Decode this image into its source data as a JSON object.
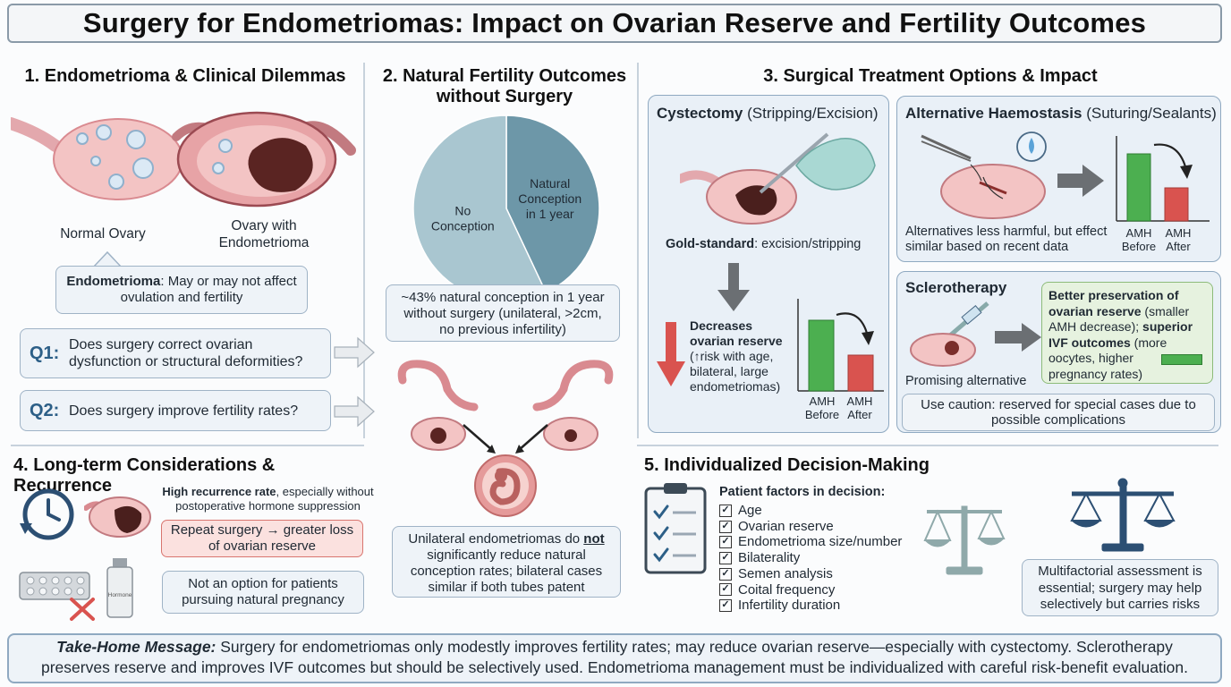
{
  "title": "Surgery for Endometriomas: Impact on Ovarian Reserve and Fertility Outcomes",
  "section1": {
    "title": "1. Endometrioma & Clinical Dilemmas",
    "normal_label": "Normal Ovary",
    "endo_label_1": "Ovary with",
    "endo_label_2": "Endometrioma",
    "callout_bold": "Endometrioma",
    "callout_text": ": May or may not affect",
    "callout_text2": "ovulation and fertility",
    "q1_tag": "Q1:",
    "q1_line1": "Does surgery correct ovarian",
    "q1_line2": "dysfunction or structural deformities?",
    "q2_tag": "Q2:",
    "q2_text": "Does surgery improve fertility rates?"
  },
  "section2": {
    "title_line1": "2. Natural Fertility Outcomes",
    "title_line2": "without Surgery",
    "stat_line1": "~43% natural conception in 1 year",
    "stat_line2": "without surgery (unilateral, >2cm,",
    "stat_line3": "no previous infertility)",
    "bottom_line1_a": "Unilateral endometriomas do ",
    "bottom_line1_b": "not",
    "bottom_line2": "significantly reduce natural",
    "bottom_line3": "conception rates; bilateral cases",
    "bottom_line4": "similar if both tubes patent"
  },
  "chart_data": {
    "type": "pie",
    "categories": [
      "No Conception",
      "Natural Conception in 1 year"
    ],
    "values": [
      57,
      43
    ],
    "labels": [
      [
        "No",
        "Conception"
      ],
      [
        "Natural",
        "Conception",
        "in 1 year"
      ]
    ],
    "colors": [
      "#a9c6d0",
      "#6d97a8"
    ]
  },
  "section3": {
    "title": "3. Surgical Treatment Options & Impact",
    "cyst_title_bold": "Cystectomy",
    "cyst_title_rest": " (Stripping/Excision)",
    "gold_bold": "Gold-standard",
    "gold_rest": ": excision/stripping",
    "decrease_l1": "Decreases",
    "decrease_l2": "ovarian reserve",
    "decrease_l3": "(↑risk with age,",
    "decrease_l4": "bilateral, large",
    "decrease_l5": "endometriomas)",
    "amh_before": "AMH",
    "amh_before2": "Before",
    "amh_after": "AMH",
    "amh_after2": "After",
    "alt_title_bold": "Alternative Haemostasis",
    "alt_title_rest": " (Suturing/Sealants)",
    "alt_text1": "Alternatives less harmful, but effect",
    "alt_text2": "similar based on recent data",
    "scl_title": "Sclerotherapy",
    "scl_promising": "Promising alternative",
    "scl_better_bold1": "Better preservation of",
    "scl_better_bold2": "ovarian reserve",
    "scl_better_rest2": " (smaller",
    "scl_better_l3a": "AMH decrease); ",
    "scl_better_l3b": "superior",
    "scl_better_l4a": "IVF outcomes",
    "scl_better_l4b": " (more",
    "scl_better_l5": "oocytes, higher",
    "scl_better_l6": "pregnancy rates)",
    "caution_l1": "Use caution: reserved for special cases due to",
    "caution_l2": "possible complications",
    "hormone_label": "Hormone"
  },
  "section4": {
    "title": "4. Long-term Considerations & Recurrence",
    "recur_bold": "High recurrence rate",
    "recur_rest": ", especially without",
    "recur_l2": "postoperative hormone suppression",
    "repeat_l1": "Repeat surgery → greater loss",
    "repeat_l2": "of ovarian reserve",
    "notopt_l1": "Not an option for patients",
    "notopt_l2": "pursuing natural pregnancy"
  },
  "section5": {
    "title": "5. Individualized Decision-Making",
    "factors_title": "Patient factors in decision:",
    "factors": [
      "Age",
      "Ovarian reserve",
      "Endometrioma size/number",
      "Bilaterality",
      "Semen analysis",
      "Coital frequency",
      "Infertility duration"
    ],
    "assess_l1": "Multifactorial assessment is",
    "assess_l2": "essential; surgery may help",
    "assess_l3": "selectively but carries risks"
  },
  "takehome": {
    "label": "Take-Home Message:",
    "l1": " Surgery for endometriomas only modestly improves fertility rates; may reduce ovarian reserve—especially with cystectomy. Sclerotherapy",
    "l2": "preserves reserve and improves IVF outcomes but should be selectively used. Endometrioma management must be individualized with careful risk-benefit evaluation."
  },
  "colors": {
    "green": "#4caf50",
    "red": "#d9534f",
    "navy": "#2c4f73",
    "panel": "#e9f0f7"
  }
}
